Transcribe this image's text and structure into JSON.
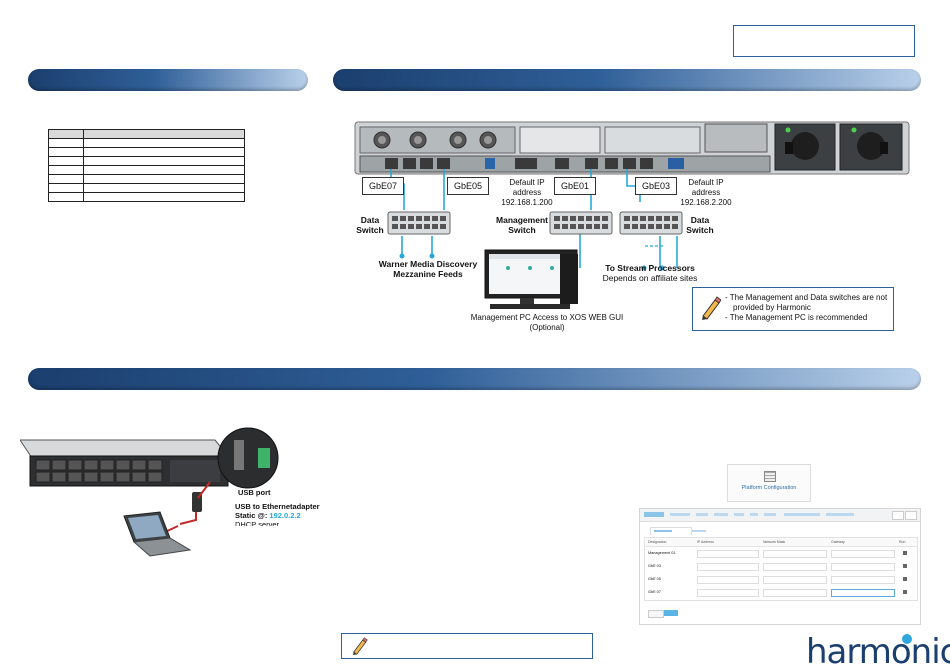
{
  "diagram": {
    "port_labels": {
      "gbe07": "GbE07",
      "gbe05": "GbE05",
      "gbe01": "GbE01",
      "gbe03": "GbE03"
    },
    "default_ip_1": {
      "line1": "Default IP address",
      "line2": "192.168.1.200"
    },
    "default_ip_2": {
      "line1": "Default IP address",
      "line2": "192.168.2.200"
    },
    "data_switch_left": {
      "line1": "Data",
      "line2": "Switch"
    },
    "management_switch": {
      "line1": "Management",
      "line2": "Switch"
    },
    "data_switch_right": {
      "line1": "Data",
      "line2": "Switch"
    },
    "feeds_label": {
      "line1": "Warner Media Discovery",
      "line2": "Mezzanine Feeds"
    },
    "stream_label": {
      "line1": "To Stream Processors",
      "line2": "Depends on affiliate sites"
    },
    "mgmt_pc_label": {
      "line1": "Management PC Access to XOS WEB GUI",
      "line2": "(Optional)"
    },
    "note": {
      "line1": "- The Management and Data switches are not",
      "line2": "provided by Harmonic",
      "line3": "- The Management PC is recommended"
    }
  },
  "usb_section": {
    "usb_port": "USB port",
    "adapter_line1": "USB to Ethernetadapter",
    "adapter_line2_prefix": "Static @: ",
    "adapter_ip": "192.0.2.2",
    "adapter_line3": "DHCP server"
  },
  "gui": {
    "platform_title": "Platform Configuration",
    "rows": [
      {
        "name": "Management 01"
      },
      {
        "name": "GbE 03"
      },
      {
        "name": "GbE 05"
      },
      {
        "name": "GbE 07"
      }
    ],
    "columns": [
      "Designation",
      "IP Address",
      "Network Mask",
      "Gateway",
      "Run"
    ]
  },
  "logo": {
    "text": "harmonic"
  },
  "colors": {
    "accent": "#2f5f98",
    "cable": "#29a8d8",
    "bar_dark": "#1b3f6e"
  }
}
